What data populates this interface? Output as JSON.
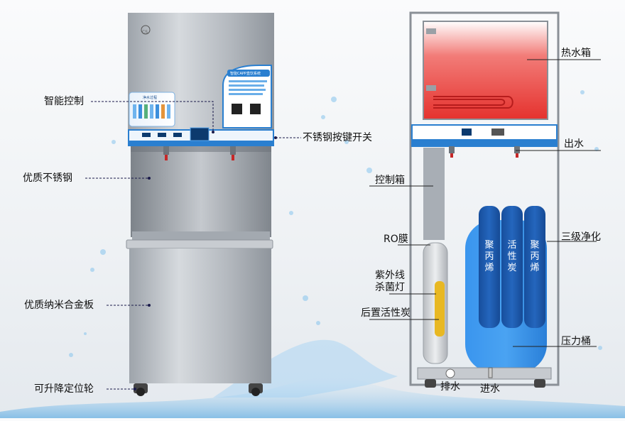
{
  "left_product": {
    "logo": "CS",
    "panel_heading": "净水过程",
    "panel_right_heading": "智能CAPP直饮系统",
    "callouts": [
      {
        "id": "smart-control",
        "text": "智能控制"
      },
      {
        "id": "stainless-switch",
        "text": "不锈钢按键开关"
      },
      {
        "id": "quality-steel",
        "text": "优质不锈钢"
      },
      {
        "id": "nano-alloy",
        "text": "优质纳米合金板"
      },
      {
        "id": "casters",
        "text": "可升降定位轮"
      }
    ]
  },
  "right_diagram": {
    "callouts": [
      {
        "id": "hot-tank",
        "text": "热水箱"
      },
      {
        "id": "water-out",
        "text": "出水"
      },
      {
        "id": "control-box",
        "text": "控制箱"
      },
      {
        "id": "ro-membrane",
        "text": "RO膜"
      },
      {
        "id": "uv-line1",
        "text": "紫外线"
      },
      {
        "id": "uv-line2",
        "text": "杀菌灯"
      },
      {
        "id": "post-carbon",
        "text": "后置活性炭"
      },
      {
        "id": "three-stage",
        "text": "三级净化"
      },
      {
        "id": "pressure-tank",
        "text": "压力桶"
      },
      {
        "id": "drain",
        "text": "排水"
      },
      {
        "id": "water-in",
        "text": "进水"
      }
    ],
    "filters": [
      "聚丙烯",
      "活性炭",
      "聚丙烯"
    ]
  },
  "colors": {
    "steel": "#b9bec4",
    "panel_blue": "#2a7fd0",
    "hot_tank_red": "#e53935",
    "filter_blue": "#1a5bb0",
    "pressure_blue": "#2b8be6",
    "uv_yellow": "#e8b823"
  }
}
